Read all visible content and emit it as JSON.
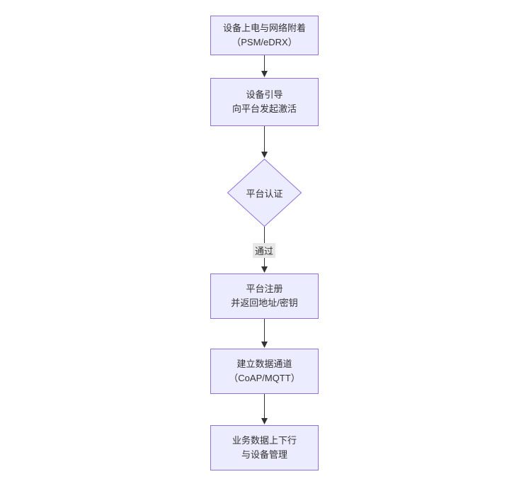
{
  "diagram": {
    "type": "flowchart",
    "direction": "top-down",
    "nodes": [
      {
        "id": "A",
        "shape": "rect",
        "lines": [
          "设备上电与网络附着",
          "（PSM/eDRX）"
        ]
      },
      {
        "id": "B",
        "shape": "rect",
        "lines": [
          "设备引导",
          "向平台发起激活"
        ]
      },
      {
        "id": "C",
        "shape": "diamond",
        "lines": [
          "平台认证"
        ]
      },
      {
        "id": "D",
        "shape": "rect",
        "lines": [
          "平台注册",
          "并返回地址/密钥"
        ]
      },
      {
        "id": "E",
        "shape": "rect",
        "lines": [
          "建立数据通道",
          "（CoAP/MQTT）"
        ]
      },
      {
        "id": "F",
        "shape": "rect",
        "lines": [
          "业务数据上下行",
          "与设备管理"
        ]
      }
    ],
    "edges": [
      {
        "from": "A",
        "to": "B",
        "label": ""
      },
      {
        "from": "B",
        "to": "C",
        "label": ""
      },
      {
        "from": "C",
        "to": "D",
        "label": "通过"
      },
      {
        "from": "D",
        "to": "E",
        "label": ""
      },
      {
        "from": "E",
        "to": "F",
        "label": ""
      }
    ],
    "colors": {
      "node_fill": "#ececff",
      "node_border": "#9370db",
      "edge": "#333333",
      "label_bg": "#e8e8e8",
      "text": "#333333"
    }
  }
}
